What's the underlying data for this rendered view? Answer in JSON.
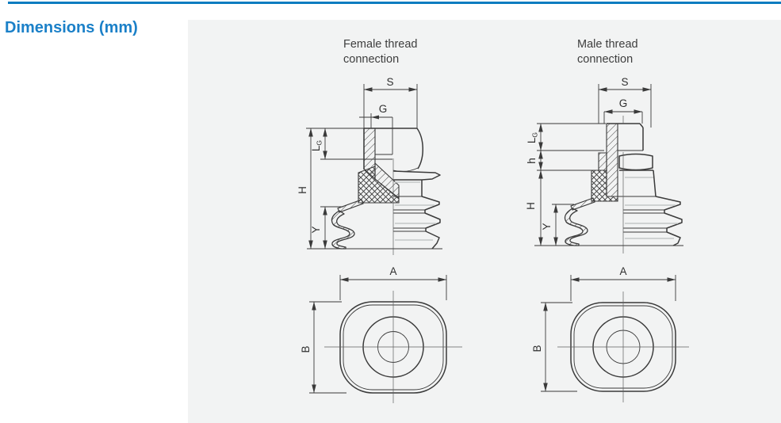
{
  "header": {
    "title": "Dimensions (mm)"
  },
  "colors": {
    "accent_bar": "#0a7cc0",
    "title_blue": "#1b80c8",
    "panel_bg": "#f2f3f3",
    "line": "#3a3a3a"
  },
  "female": {
    "title_line1": "Female thread",
    "title_line2": "connection",
    "labels": {
      "s": "S",
      "g": "G",
      "lg_main": "L",
      "lg_sub": "G",
      "h_total": "H",
      "y": "Y",
      "a": "A",
      "b": "B"
    }
  },
  "male": {
    "title_line1": "Male thread",
    "title_line2": "connection",
    "labels": {
      "s": "S",
      "g": "G",
      "lg_main": "L",
      "lg_sub": "G",
      "h_flange": "h",
      "h_total": "H",
      "y": "Y",
      "a": "A",
      "b": "B"
    }
  }
}
